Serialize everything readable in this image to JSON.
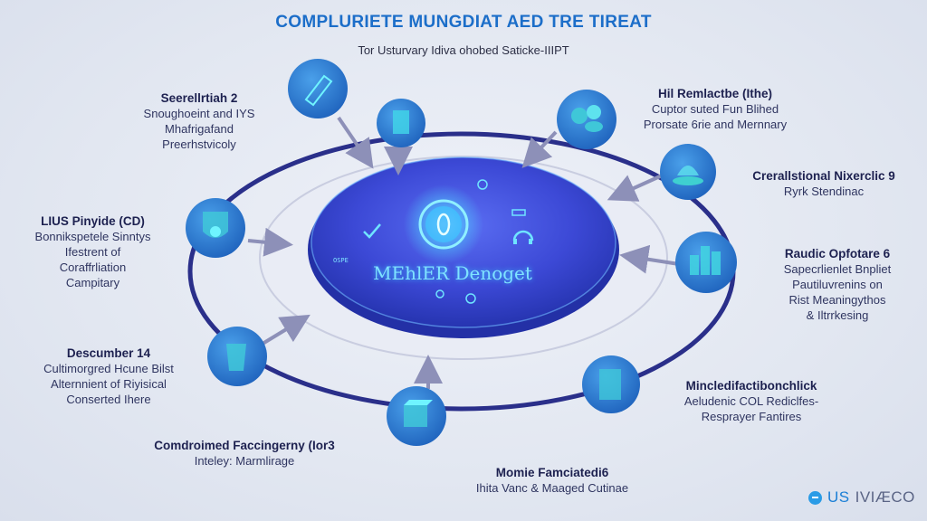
{
  "header": {
    "title": "COMPLURIETE MUNGDIAT AED TRE TIREAT",
    "subtitle": "Tor Usturvary Idiva ohobed Saticke-IIIPT"
  },
  "hub": {
    "label": "MEhlER Denoget",
    "small_tag": "OSPE",
    "icons": [
      "shield-keyhole-icon",
      "check-icon",
      "gear-icon",
      "headset-icon",
      "lab-flask-icon"
    ]
  },
  "nodes": [
    {
      "id": "n1",
      "icon": "crystal-structure-icon",
      "heading": "Seerellrtiah 2",
      "lines": [
        "Snoughoeint and IYS",
        "Mhafrigafand",
        "Preerhstvicoly"
      ]
    },
    {
      "id": "n2",
      "icon": "server-block-icon",
      "heading": "",
      "lines": []
    },
    {
      "id": "n3",
      "icon": "people-chat-icon",
      "heading": "Hil Remlactbe (Ithe)",
      "lines": [
        "Cuptor suted Fun Blihed",
        "Prorsate 6rie and Mernnary"
      ]
    },
    {
      "id": "n4",
      "icon": "data-platform-icon",
      "heading": "Crerallstional Nixerclic 9",
      "lines": [
        "Ryrk Stendinac"
      ]
    },
    {
      "id": "n5",
      "icon": "city-buildings-icon",
      "heading": "Raudic Opfotare 6",
      "lines": [
        "Sapecrlienlet Bnpliet",
        "Pautiluvrenins on",
        "Rist Meaningythos",
        "& Iltrrkesing"
      ]
    },
    {
      "id": "n6",
      "icon": "cabinet-icon",
      "heading": "Mincledifactibonchlick",
      "lines": [
        "Aeludenic COL Rediclfes-",
        "Resprayer Fantires"
      ]
    },
    {
      "id": "n7",
      "icon": "cube-module-icon",
      "heading": "Momie Famciatedi6",
      "lines": [
        "Ihita Vanc & Maaged Cutinae"
      ]
    },
    {
      "id": "n8",
      "icon": "trash-container-icon",
      "heading": "Comdroimed Faccingerny (Ior3",
      "lines": [
        "Inteley: Marmlirage"
      ]
    },
    {
      "id": "n9",
      "icon": "container-icon",
      "heading": "Descumber 14",
      "lines": [
        "Cultimorgred Hcune Bilst",
        "Alternnient of Riyisical",
        "Conserted Ihere"
      ]
    },
    {
      "id": "n10",
      "icon": "shield-database-icon",
      "heading": "LIUS Pinyide (CD)",
      "lines": [
        "Bonnikspetele Sinntys",
        "Ifestrent of",
        "Coraffrliation",
        "Campitary"
      ]
    }
  ],
  "logo": {
    "brand_a": "US",
    "brand_b": "IVIÆCO",
    "icon": "logo-badge-icon"
  },
  "colors": {
    "title": "#1c6ec9",
    "ring": "#2a2f8a",
    "node_fill": "#2f7fd0",
    "hub_fill": "#3b52d8",
    "arrow": "#8d90b8",
    "glow": "#5fe0ff"
  }
}
